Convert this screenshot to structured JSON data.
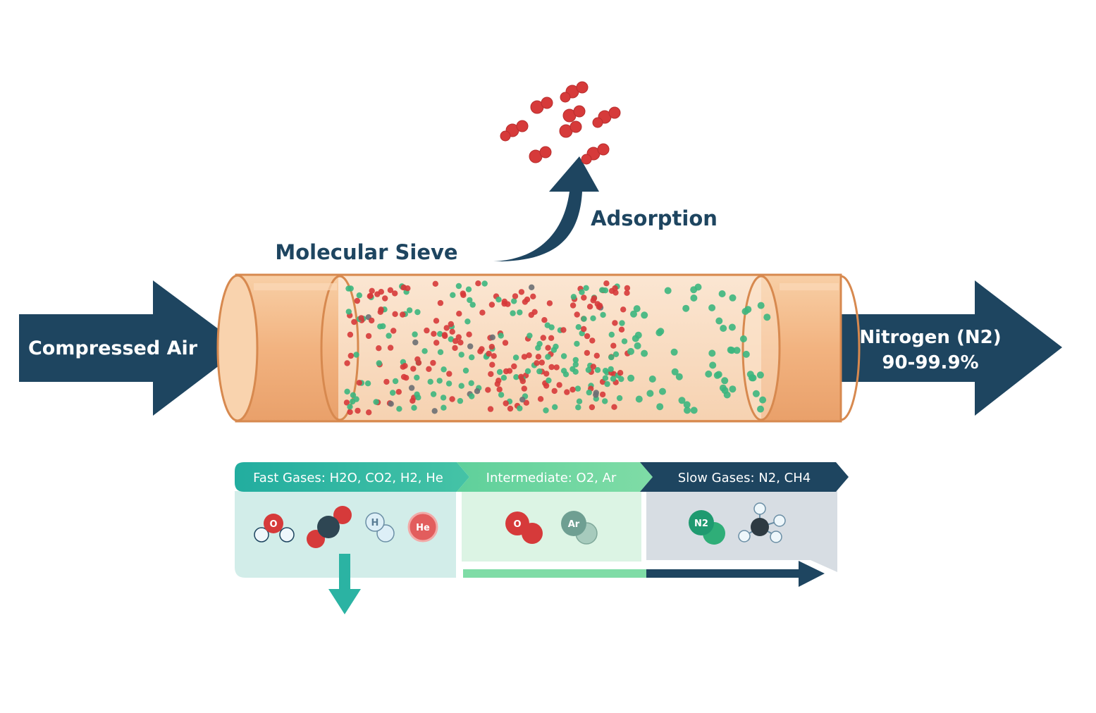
{
  "labels": {
    "sieve": "Molecular Sieve",
    "adsorption": "Adsorption",
    "input": "Compressed Air",
    "output_line1": "Nitrogen (N2)",
    "output_line2": "90-99.9%"
  },
  "bands": {
    "fast": "Fast Gases: H2O, CO2, H2, He",
    "intermediate": "Intermediate: O2, Ar",
    "slow": "Slow Gases: N2, CH4"
  },
  "atoms": {
    "o": "O",
    "h": "H",
    "he": "He",
    "ar": "Ar",
    "n2": "N2"
  },
  "colors": {
    "navy": "#1e4560",
    "tube": "#f3b987",
    "tube_edge": "#d7894f",
    "oxygen": "#d63a3a",
    "nitrogen": "#3cb67e",
    "teal": "#2bb3a3",
    "mint": "#6fd69a"
  }
}
